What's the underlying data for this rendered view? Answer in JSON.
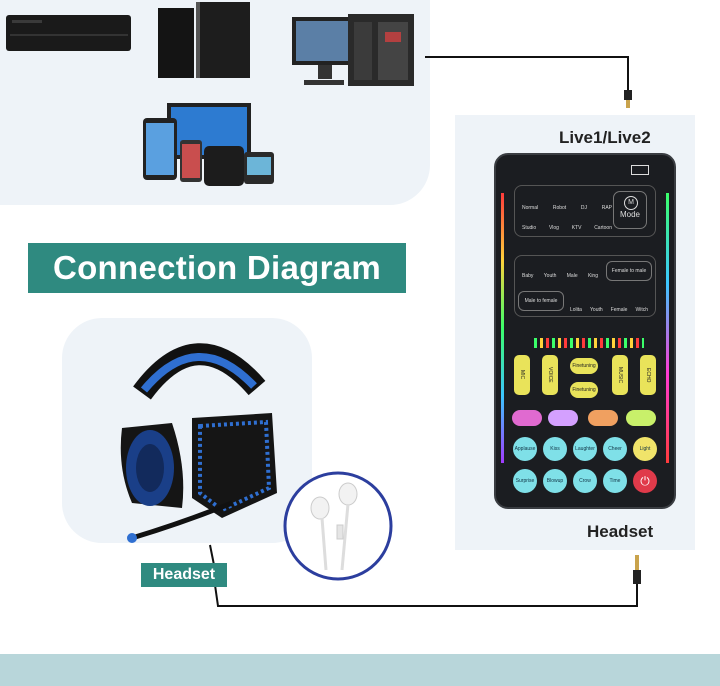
{
  "title": "Connection Diagram",
  "labels": {
    "live": "Live1/Live2",
    "headset_right": "Headset",
    "headset_left": "Headset"
  },
  "sound_card": {
    "mode": "Mode",
    "mode_icon": "M",
    "voice_row1": [
      "Normal",
      "Robot",
      "DJ",
      "RAP"
    ],
    "voice_row2": [
      "Studio",
      "Vlog",
      "KTV",
      "Cartoon"
    ],
    "voice_row3": [
      "Baby",
      "Youth",
      "Male",
      "King"
    ],
    "female_to_male": "Female to male",
    "male_to_female": "Male to female",
    "voice_row4": [
      "Lolita",
      "Youth",
      "Female",
      "Witch"
    ],
    "knobs": [
      "MIC",
      "VOICE",
      "MUSIC",
      "ECHO"
    ],
    "finetuning": "Finetuning",
    "sound_buttons_row1": [
      "Applause",
      "Kiss",
      "Laughter",
      "Cheer",
      "Light"
    ],
    "sound_buttons_row2": [
      "Surprise",
      "Blowup",
      "Crow",
      "Time"
    ],
    "colors": {
      "teal": "#2f8a80",
      "knob": "#e9e35a",
      "button": "#7fe0e8",
      "light": "#f0e46a",
      "power": "#e03a4a"
    }
  }
}
